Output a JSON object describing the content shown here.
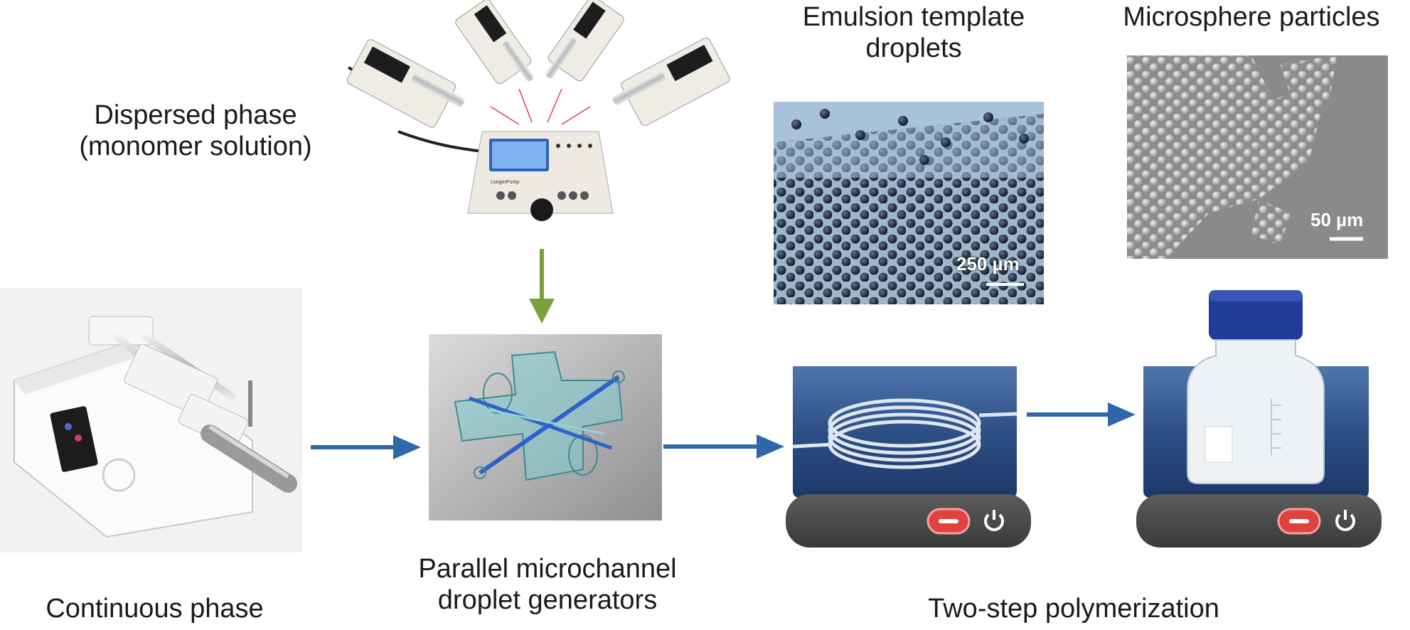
{
  "labels": {
    "dispersed_phase_line1": "Dispersed phase",
    "dispersed_phase_line2": "(monomer solution)",
    "emulsion_line1": "Emulsion template",
    "emulsion_line2": "droplets",
    "microsphere": "Microsphere particles",
    "continuous_phase": "Continuous phase",
    "parallel_line1": "Parallel microchannel",
    "parallel_line2": "droplet generators",
    "two_step": "Two-step polymerization"
  },
  "scale_bars": {
    "emulsion": "250 µm",
    "microsphere": "50 µm"
  },
  "device_text": {
    "controller_brand": "LongerPump"
  },
  "colors": {
    "arrow_blue": "#2e68a8",
    "arrow_green": "#7aa23c",
    "bath_blue": "#2c4f86",
    "chip_teal": "#6fc4c9",
    "plate_gray": "#4a4a4a",
    "button_red": "#e0423c",
    "cap_blue": "#233c9a"
  }
}
